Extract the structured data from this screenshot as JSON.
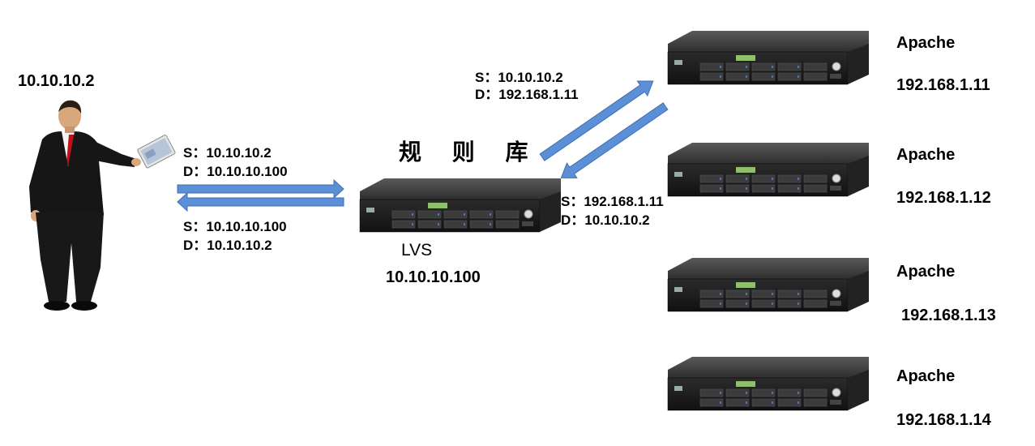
{
  "client": {
    "ip": "10.10.10.2"
  },
  "lvs": {
    "name": "LVS",
    "ip": "10.10.10.100",
    "rule_label": "规 则 库"
  },
  "links": {
    "client_to_lvs": {
      "src": "S：10.10.10.2",
      "dst": "D：10.10.10.100"
    },
    "lvs_to_client": {
      "src": "S：10.10.10.100",
      "dst": "D：10.10.10.2"
    },
    "lvs_to_backend": {
      "src": "S：10.10.10.2",
      "dst": "D：192.168.1.11"
    },
    "backend_to_lvs": {
      "src": "S：192.168.1.11",
      "dst": "D：10.10.10.2"
    }
  },
  "backends": [
    {
      "name": "Apache",
      "ip": "192.168.1.11"
    },
    {
      "name": "Apache",
      "ip": "192.168.1.12"
    },
    {
      "name": "Apache",
      "ip": "192.168.1.13"
    },
    {
      "name": "Apache",
      "ip": "192.168.1.14"
    }
  ],
  "colors": {
    "arrow_fill": "#5b8fd6",
    "arrow_stroke": "#3f6fb5",
    "server_body": "#1c1c1c"
  }
}
